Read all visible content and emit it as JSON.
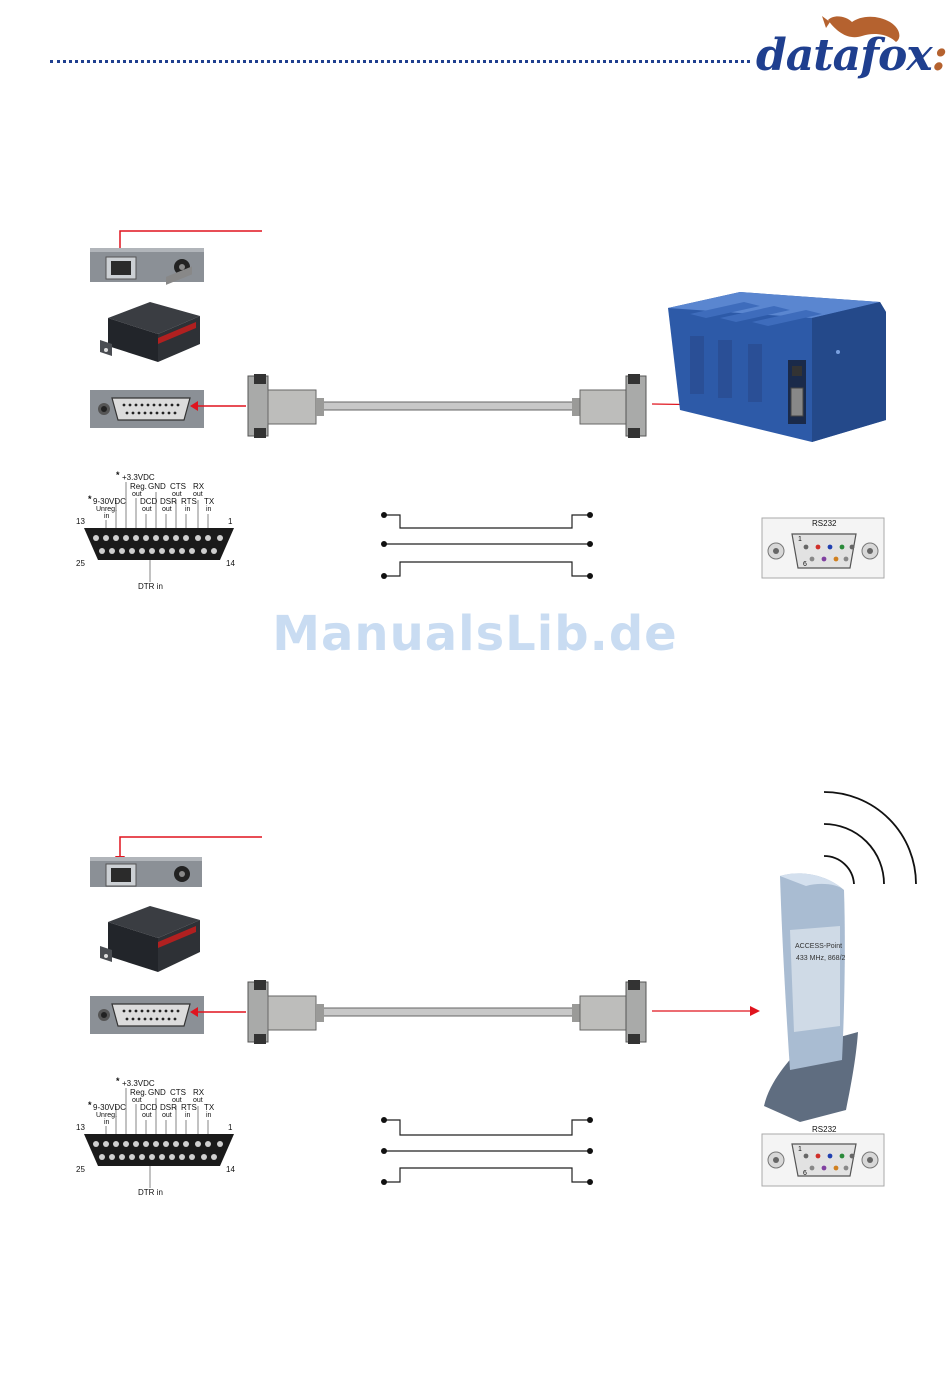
{
  "header": {
    "logo_text": "datafox",
    "logo_colon": ":"
  },
  "watermark": "ManualsLib.de",
  "pinout": {
    "pin_13": "13",
    "pin_1": "1",
    "pin_25": "25",
    "pin_14": "14",
    "v33": "+3.3VDC",
    "reg": "Reg.",
    "reg_out": "out",
    "gnd": "GND",
    "cts": "CTS",
    "cts_out": "out",
    "rx": "RX",
    "rx_out": "out",
    "v930": "9-30VDC",
    "unreg": "Unreg.",
    "unreg_in": "in",
    "dcd": "DCD",
    "dcd_out": "out",
    "dsr": "DSR",
    "dsr_out": "out",
    "rts": "RTS",
    "rts_in": "in",
    "tx": "TX",
    "tx_in": "in",
    "dtr": "DTR in",
    "star": "*"
  },
  "rs232": {
    "label": "RS232",
    "pin_1": "1",
    "pin_6": "6"
  },
  "access_point": {
    "line1": "ACCESS-Point",
    "line2": "433 MHz, 868/2"
  },
  "colors": {
    "arrow": "#e0141e",
    "blue_device": "#2d5aa8",
    "logo_blue": "#1f3f8f",
    "logo_brown": "#b5622f"
  }
}
